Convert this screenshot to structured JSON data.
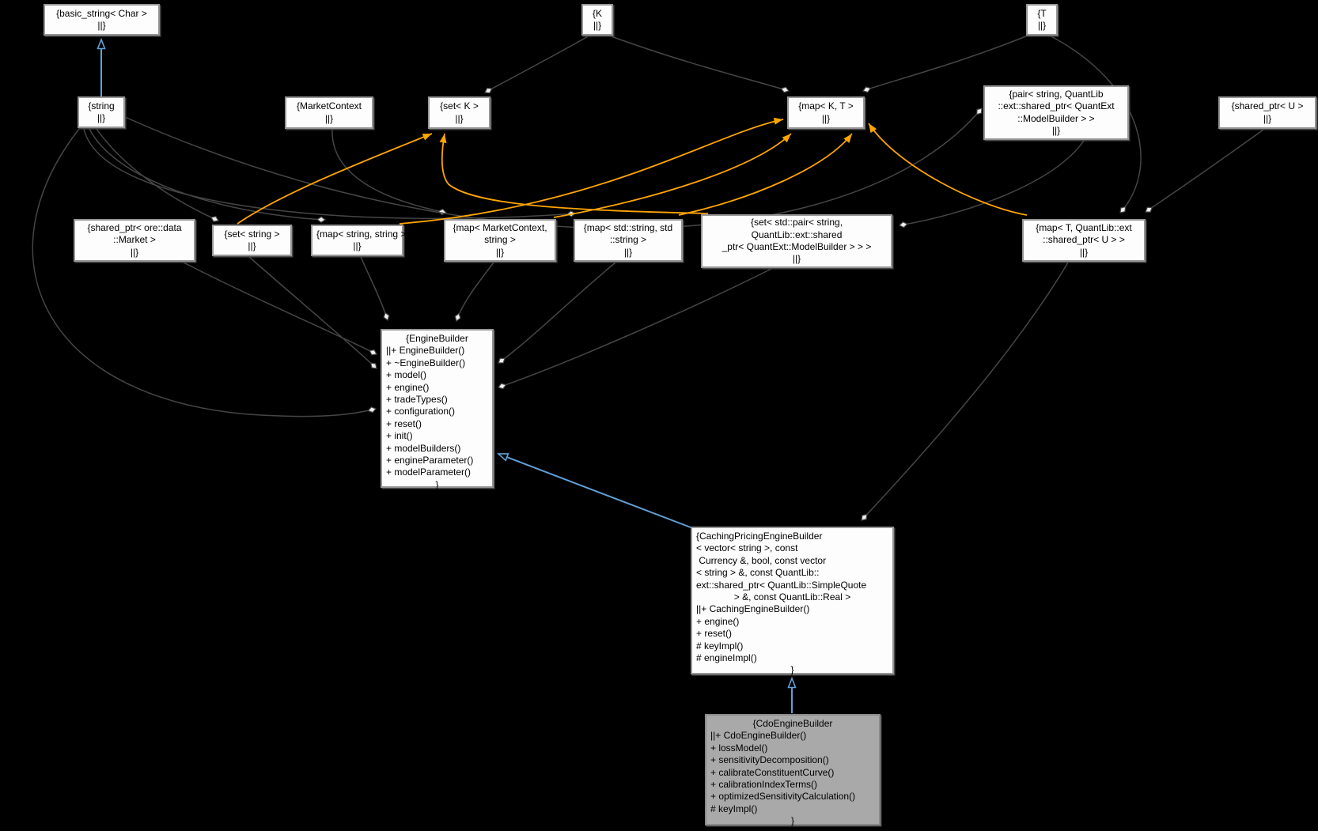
{
  "diagram": {
    "kind": "collaboration-graph",
    "colors": {
      "background": "#000000",
      "node_fill": "#fdfdfd",
      "node_border": "#969696",
      "selected_node_fill": "#a9a9a9",
      "edge_dark": "#464646",
      "edge_template_orange": "#ffa500",
      "edge_inherit_blue": "#61a0d8",
      "text": "#000000"
    }
  },
  "nodes": {
    "basic_string": {
      "lines": [
        "{basic_string< Char >",
        "||}"
      ]
    },
    "k": {
      "lines": [
        "{K",
        "||}"
      ]
    },
    "t": {
      "lines": [
        "{T",
        "||}"
      ]
    },
    "string": {
      "lines": [
        "{string",
        "||}"
      ]
    },
    "market_context": {
      "lines": [
        "{MarketContext",
        "||}"
      ]
    },
    "set_k": {
      "lines": [
        "{set< K >",
        "||}"
      ]
    },
    "map_k_t": {
      "lines": [
        "{map< K, T >",
        "||}"
      ]
    },
    "pair_model_builder": {
      "lines": [
        "{pair< string, QuantLib",
        "::ext::shared_ptr< QuantExt",
        "::ModelBuilder > >",
        "||}"
      ]
    },
    "shared_ptr_u": {
      "lines": [
        "{shared_ptr< U >",
        "||}"
      ]
    },
    "shared_ptr_market": {
      "lines": [
        "{shared_ptr< ore::data",
        "::Market >",
        "||}"
      ]
    },
    "set_string": {
      "lines": [
        "{set< string >",
        "||}"
      ]
    },
    "map_string_string": {
      "lines": [
        "{map< string, string >",
        "||}"
      ]
    },
    "map_market_context_string": {
      "lines": [
        "{map< MarketContext,",
        "string >",
        "||}"
      ]
    },
    "map_std_string": {
      "lines": [
        "{map< std::string, std",
        "::string >",
        "||}"
      ]
    },
    "set_pair_model_builder": {
      "lines": [
        "{set< std::pair< string,",
        "QuantLib::ext::shared",
        "_ptr< QuantExt::ModelBuilder > > >",
        "||}"
      ]
    },
    "map_t_shared_ptr_u": {
      "lines": [
        "{map< T, QuantLib::ext",
        "::shared_ptr< U > >",
        "||}"
      ]
    },
    "engine_builder": {
      "lines": [
        "{EngineBuilder",
        "||+ EngineBuilder()",
        "+ ~EngineBuilder()",
        "+ model()",
        "+ engine()",
        "+ tradeTypes()",
        "+ configuration()",
        "+ reset()",
        "+ init()",
        "+ modelBuilders()",
        "+ engineParameter()",
        "+ modelParameter()",
        "}"
      ]
    },
    "caching_pricing_engine_builder": {
      "lines": [
        "{CachingPricingEngineBuilder",
        "< vector< string >, const",
        " Currency &, bool, const vector",
        "< string > &, const QuantLib::",
        "ext::shared_ptr< QuantLib::SimpleQuote",
        "> &, const QuantLib::Real >",
        "||+ CachingEngineBuilder()",
        "+ engine()",
        "+ reset()",
        "# keyImpl()",
        "# engineImpl()",
        "}"
      ]
    },
    "cdo_engine_builder": {
      "lines": [
        "{CdoEngineBuilder",
        "||+ CdoEngineBuilder()",
        "+ lossModel()",
        "+ sensitivityDecomposition()",
        "+ calibrateConstituentCurve()",
        "+ calibrationIndexTerms()",
        "+ optimizedSensitivityCalculation()",
        "# keyImpl()",
        "}"
      ]
    }
  }
}
